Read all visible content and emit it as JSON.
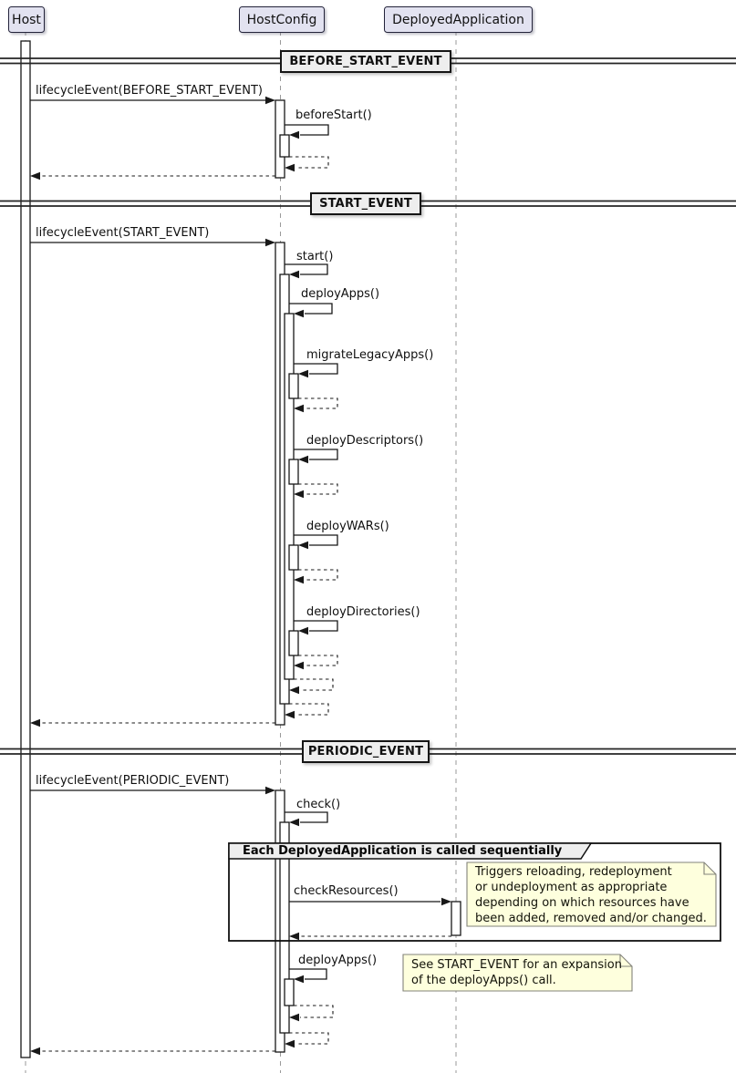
{
  "diagram": {
    "participants": [
      {
        "name": "Host"
      },
      {
        "name": "HostConfig"
      },
      {
        "name": "DeployedApplication"
      }
    ],
    "dividers": [
      {
        "label": "BEFORE_START_EVENT"
      },
      {
        "label": "START_EVENT"
      },
      {
        "label": "PERIODIC_EVENT"
      }
    ],
    "labels": {
      "m_before": "lifecycleEvent(BEFORE_START_EVENT)",
      "before_start": "beforeStart()",
      "m_start": "lifecycleEvent(START_EVENT)",
      "start": "start()",
      "deploy_apps": "deployApps()",
      "migrate_legacy_apps": "migrateLegacyApps()",
      "deploy_descriptors": "deployDescriptors()",
      "deploy_wars": "deployWARs()",
      "deploy_directories": "deployDirectories()",
      "m_periodic": "lifecycleEvent(PERIODIC_EVENT)",
      "check": "check()",
      "check_resources": "checkResources()",
      "deploy_apps_periodic": "deployApps()"
    },
    "group": {
      "title": "Each DeployedApplication is called sequentially"
    },
    "notes": [
      {
        "lines": [
          "Triggers reloading, redeployment",
          "or undeployment as appropriate",
          "depending on which resources have",
          "been added, removed and/or changed."
        ]
      },
      {
        "lines": [
          "See START_EVENT for an expansion",
          "of the deployApps() call."
        ]
      }
    ],
    "colors": {
      "participant_fill": "#e2e2f0",
      "divider_fill": "#eeeeee",
      "note_fill": "#feffdd",
      "line": "#181818",
      "lifeline": "#9a9a9a"
    }
  }
}
